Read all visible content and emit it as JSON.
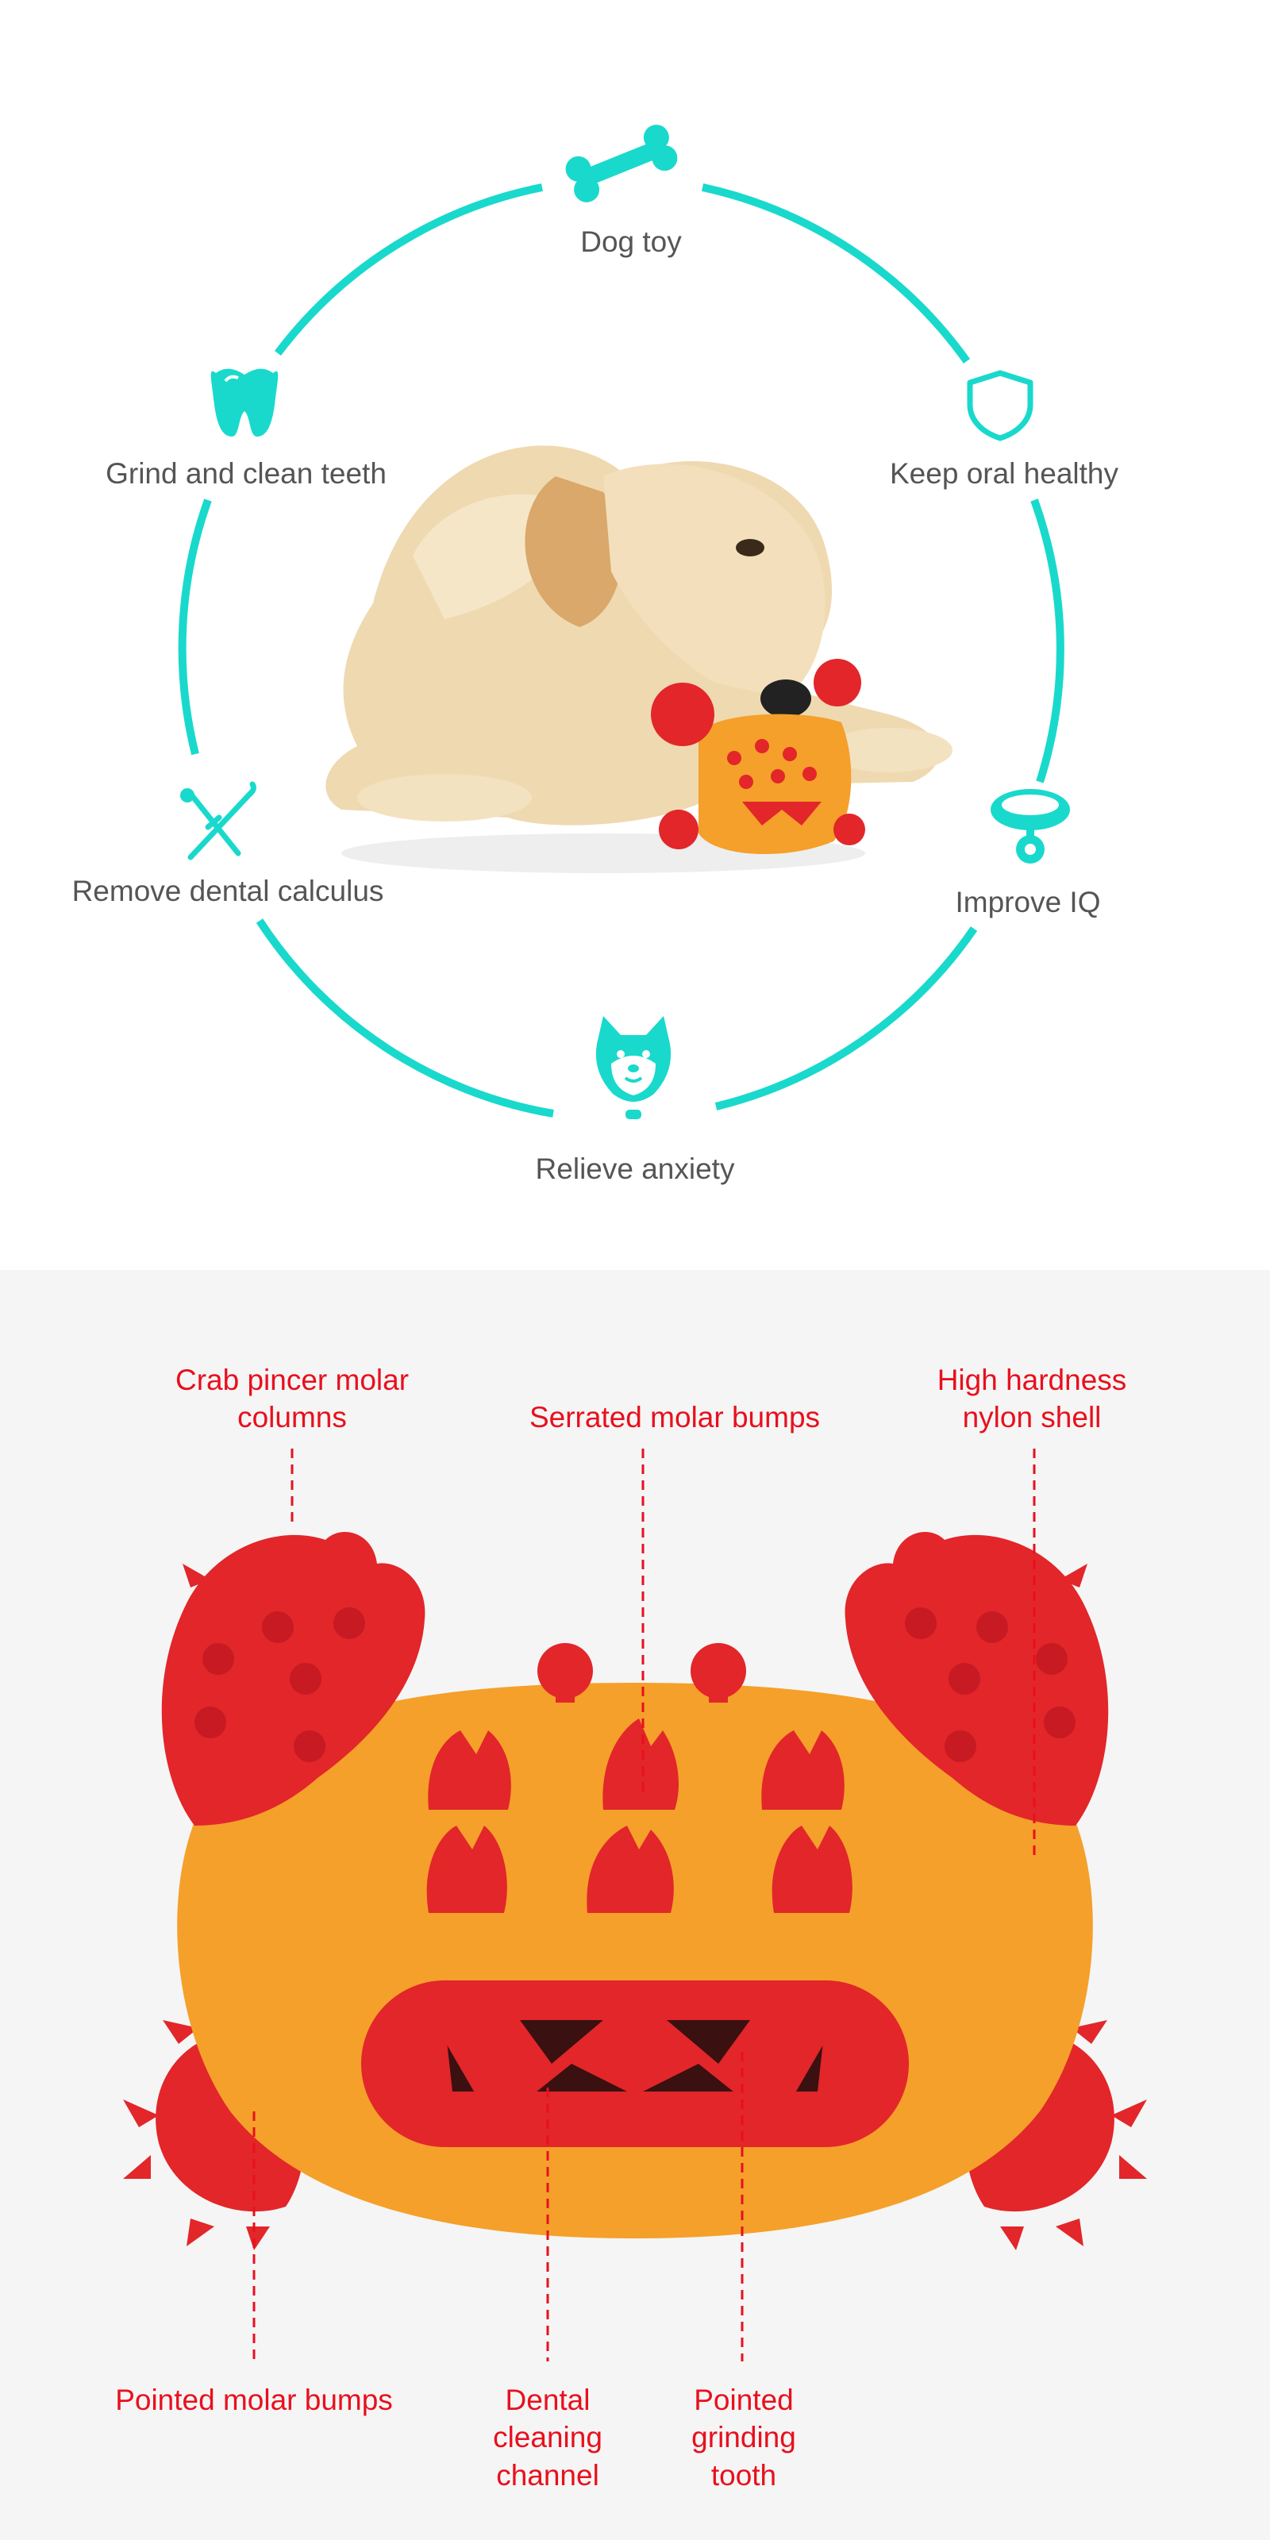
{
  "colors": {
    "accent": "#19d9cc",
    "callout_red": "#e8101d",
    "toy_orange": "#f5a02a",
    "toy_red": "#e2262a",
    "label_gray": "#555555",
    "bottom_background": "#f5f5f5"
  },
  "feature_wheel": {
    "features": [
      {
        "label": "Dog toy",
        "icon": "bone-icon"
      },
      {
        "label": "Keep oral healthy",
        "icon": "shield-icon"
      },
      {
        "label": "Improve IQ",
        "icon": "collar-icon"
      },
      {
        "label": "Relieve anxiety",
        "icon": "shiba-face-icon"
      },
      {
        "label": "Remove dental calculus",
        "icon": "dental-tools-icon"
      },
      {
        "label": "Grind and clean teeth",
        "icon": "tooth-icon"
      }
    ]
  },
  "product_diagram": {
    "callouts": [
      {
        "label": "Crab pincer molar\ncolumns"
      },
      {
        "label": "Serrated molar bumps"
      },
      {
        "label": "High hardness\nnylon shell"
      },
      {
        "label": "Pointed molar bumps"
      },
      {
        "label": "Dental\ncleaning\nchannel"
      },
      {
        "label": "Pointed\ngrinding\ntooth"
      }
    ]
  }
}
